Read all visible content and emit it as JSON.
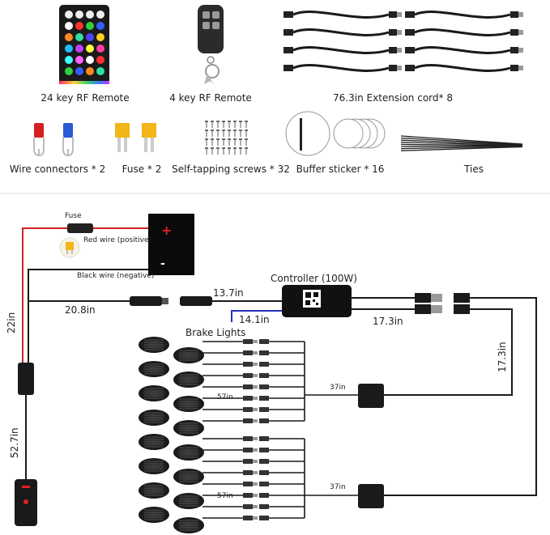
{
  "accessories": {
    "remote24": "24 key RF Remote",
    "remote4": "4 key RF Remote",
    "extension": "76.3in Extension cord* 8",
    "wire_connectors": "Wire connectors * 2",
    "fuse": "Fuse * 2",
    "screws": "Self-tapping screws * 32",
    "sticker": "Buffer sticker * 16",
    "ties": "Ties"
  },
  "wiring": {
    "fuse": "Fuse",
    "red_wire": "Red wire (positive)",
    "black_wire": "Black wire (negative)",
    "controller": "Controller (100W)",
    "brake_lights": "Brake Lights",
    "len_22": "22in",
    "len_20_8": "20.8in",
    "len_13_7": "13.7in",
    "len_14_1": "14.1in",
    "len_17_3_a": "17.3in",
    "len_17_3_b": "17.3in",
    "len_52_7": "52.7in",
    "len_37_a": "37in",
    "len_37_b": "37in",
    "len_57_a": "57in",
    "len_57_b": "57in",
    "plus": "+",
    "minus": "-"
  },
  "colors": {
    "red_wire": "#d42020",
    "black_wire": "#1a1a1a",
    "blue_wire": "#2a2fbf",
    "battery": "#0a0a0a",
    "fuse_yellow": "#f2b618"
  }
}
